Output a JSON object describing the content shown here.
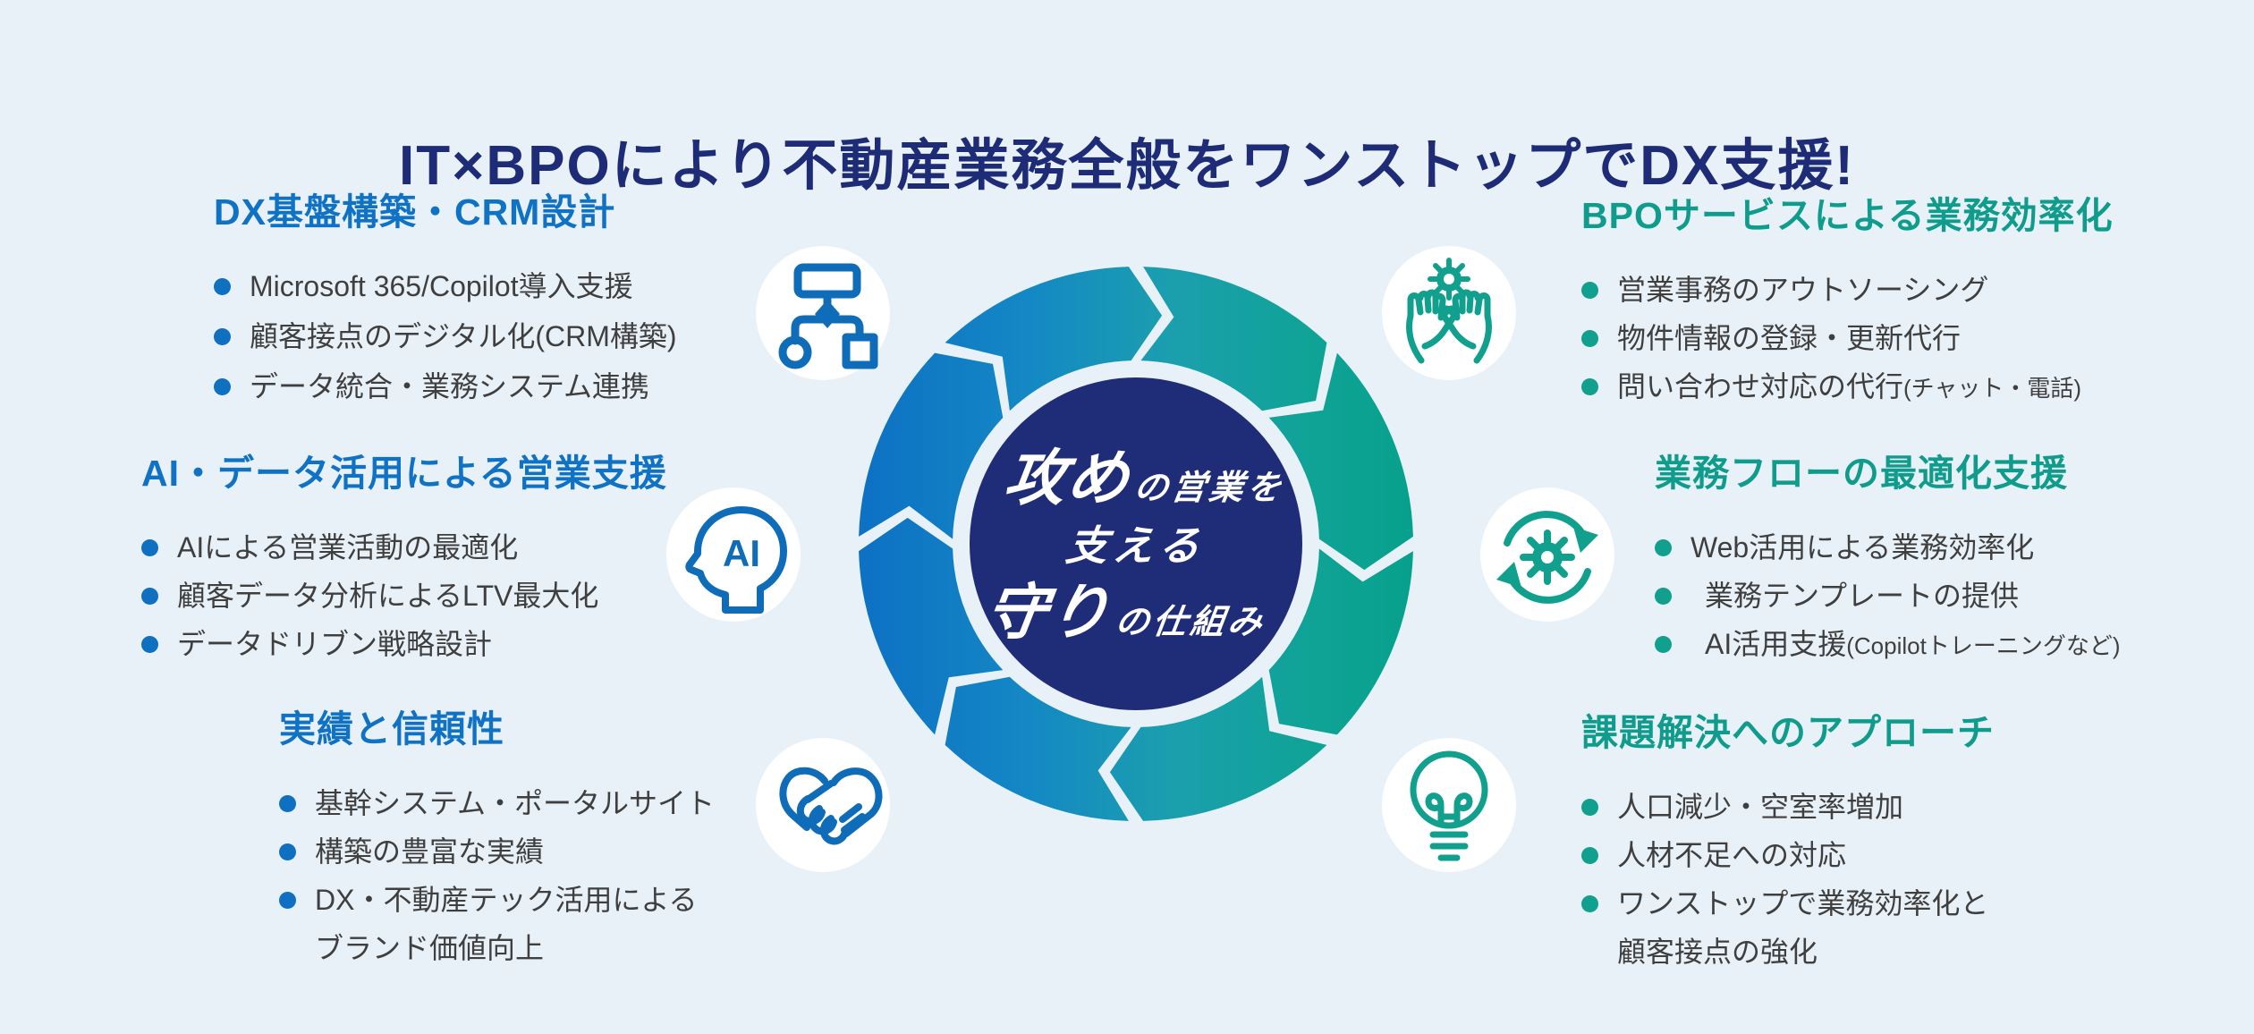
{
  "title": "IT×BPOにより不動産業務全般をワンストップでDX支援!",
  "center_circle": {
    "line1_big": "攻め",
    "line1_small": "の営業を",
    "line2": "支える",
    "line3_big": "守り",
    "line3_small": "の仕組み"
  },
  "colors": {
    "background": "#e8f1f8",
    "title_navy": "#1e2c77",
    "heading_blue": "#0f72c4",
    "heading_teal": "#0f9c8c",
    "body_text": "#3f3f3f",
    "ring_blue": "#0d6fc3",
    "ring_teal": "#06a18b",
    "center_navy": "#1f2d78"
  },
  "sections": [
    {
      "id": "dx-crm",
      "accent": "blue",
      "icon": "flowchart-icon",
      "heading": "DX基盤構築・CRM設計",
      "bullets": [
        {
          "text": "Microsoft 365/Copilot導入支援"
        },
        {
          "text": "顧客接点のデジタル化(CRM構築)"
        },
        {
          "text": "データ統合・業務システム連携"
        }
      ]
    },
    {
      "id": "ai-data",
      "accent": "blue",
      "icon": "ai-head-icon",
      "heading": "AI・データ活用による営業支援",
      "bullets": [
        {
          "text": "AIによる営業活動の最適化"
        },
        {
          "text": "顧客データ分析によるLTV最大化"
        },
        {
          "text": "データドリブン戦略設計"
        }
      ]
    },
    {
      "id": "track-record",
      "accent": "blue",
      "icon": "handshake-icon",
      "heading": "実績と信頼性",
      "bullets": [
        {
          "text": "基幹システム・ポータルサイト"
        },
        {
          "text": "構築の豊富な実績"
        },
        {
          "text": "DX・不動産テック活用による",
          "line2": "ブランド価値向上"
        }
      ]
    },
    {
      "id": "bpo-efficiency",
      "accent": "teal",
      "icon": "hands-gear-icon",
      "heading": "BPOサービスによる業務効率化",
      "bullets": [
        {
          "text": "営業事務のアウトソーシング"
        },
        {
          "text": "物件情報の登録・更新代行"
        },
        {
          "text": "問い合わせ対応の代行",
          "note": "(チャット・電話)"
        }
      ]
    },
    {
      "id": "workflow-optimization",
      "accent": "teal",
      "icon": "gear-sync-icon",
      "heading": "業務フローの最適化支援",
      "bullets": [
        {
          "text": "Web活用による業務効率化"
        },
        {
          "text": "業務テンプレートの提供"
        },
        {
          "text": "AI活用支援",
          "note": "(Copilotトレーニングなど)"
        }
      ]
    },
    {
      "id": "problem-solving",
      "accent": "teal",
      "icon": "lightbulb-icon",
      "heading": "課題解決へのアプローチ",
      "bullets": [
        {
          "text": "人口減少・空室率増加"
        },
        {
          "text": "人材不足への対応"
        },
        {
          "text": "ワンストップで業務効率化と",
          "line2": "顧客接点の強化"
        }
      ]
    }
  ]
}
